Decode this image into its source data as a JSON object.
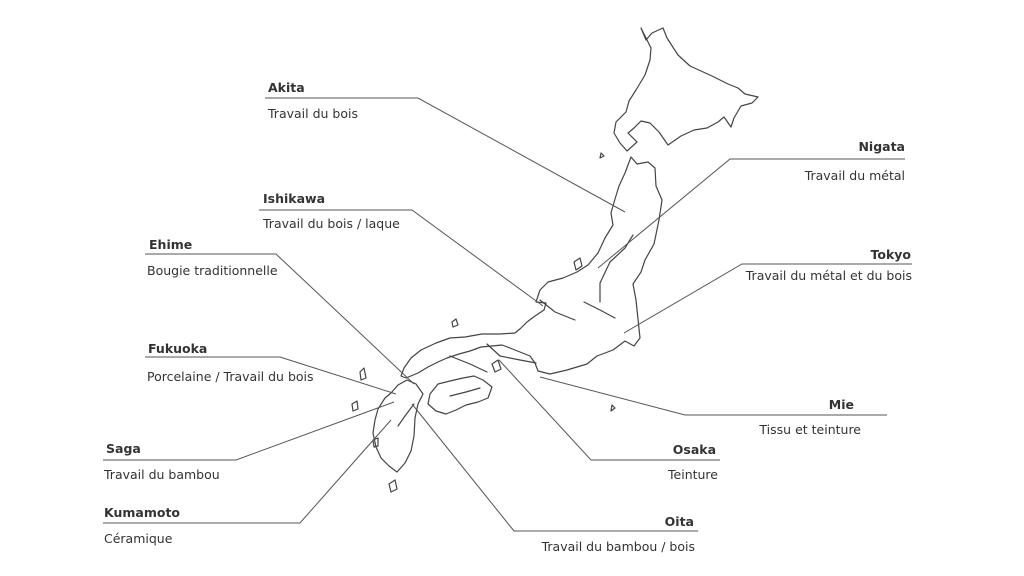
{
  "colors": {
    "outline": "#444444",
    "leader": "#555555",
    "text": "#333333",
    "background": "#ffffff"
  },
  "callouts": [
    {
      "id": "akita",
      "name": "Akita",
      "craft": "Travail du bois"
    },
    {
      "id": "nigata",
      "name": "Nigata",
      "craft": "Travail du métal"
    },
    {
      "id": "ishikawa",
      "name": "Ishikawa",
      "craft": "Travail du bois / laque"
    },
    {
      "id": "ehime",
      "name": "Ehime",
      "craft": "Bougie traditionnelle"
    },
    {
      "id": "tokyo",
      "name": "Tokyo",
      "craft": "Travail du métal  et du bois"
    },
    {
      "id": "fukuoka",
      "name": "Fukuoka",
      "craft": "Porcelaine / Travail du bois"
    },
    {
      "id": "mie",
      "name": "Mie",
      "craft": "Tissu et teinture"
    },
    {
      "id": "saga",
      "name": "Saga",
      "craft": "Travail du bambou"
    },
    {
      "id": "osaka",
      "name": "Osaka",
      "craft": "Teinture"
    },
    {
      "id": "kumamoto",
      "name": "Kumamoto",
      "craft": "Céramique"
    },
    {
      "id": "oita",
      "name": "Oita",
      "craft": "Travail du bambou / bois"
    }
  ]
}
